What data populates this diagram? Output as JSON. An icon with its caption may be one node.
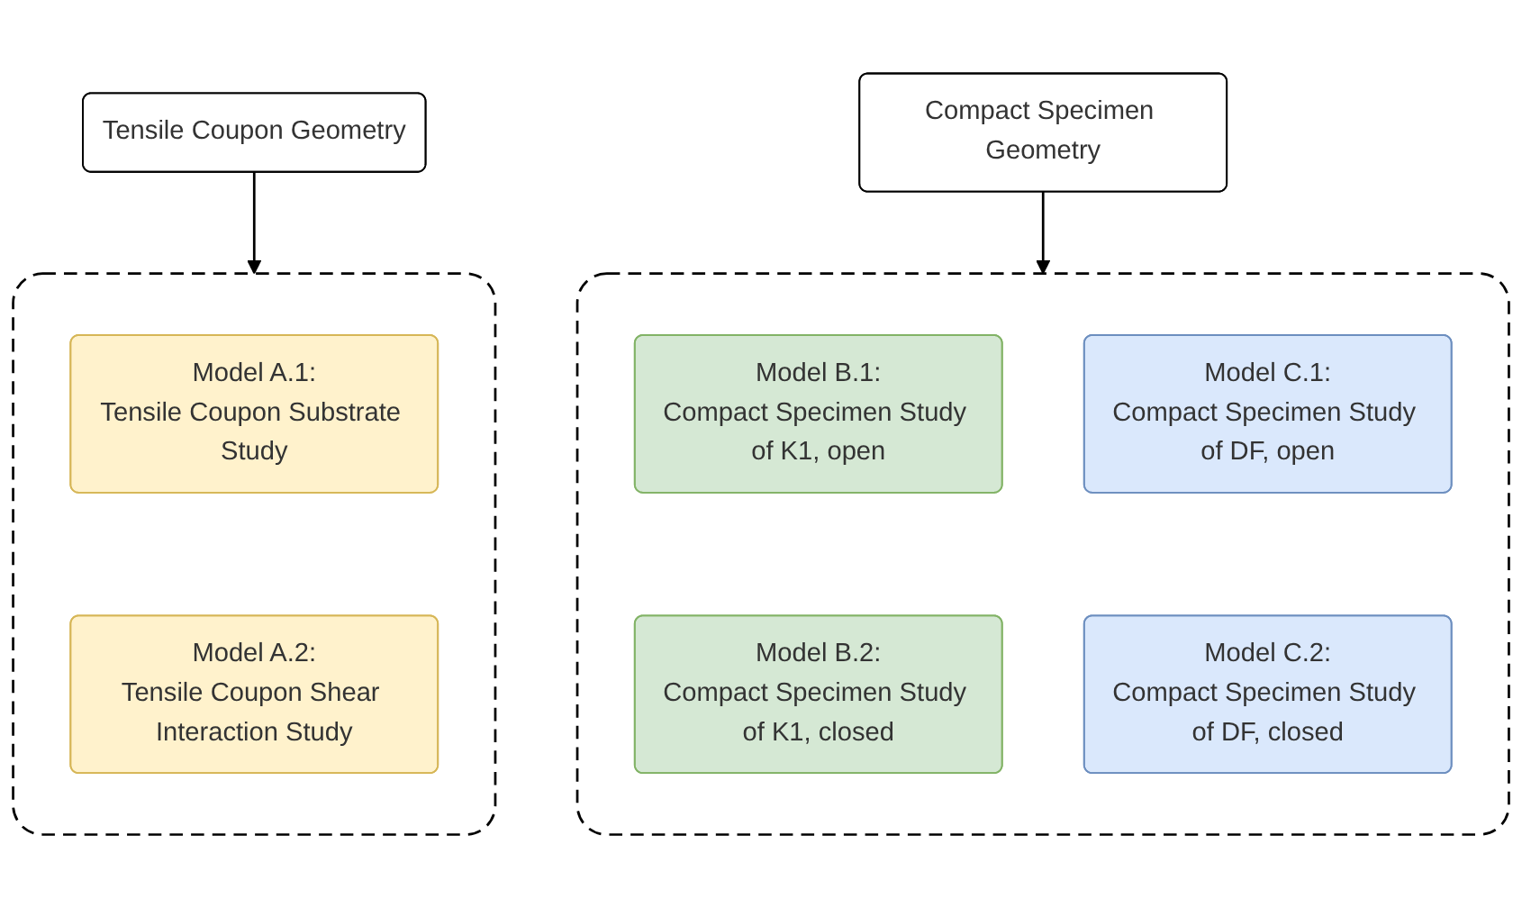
{
  "diagram": {
    "nodes": [
      {
        "text": [
          "Tensile Coupon Geometry"
        ]
      },
      {
        "text": [
          "Compact Specimen Geometry"
        ]
      },
      {
        "text": [],
        "shape": "box"
      },
      {
        "text": [
          "Model A.1:",
          "Tensile Coupon Substrate Study"
        ],
        "in": 2
      },
      {
        "text": [
          "Model A.2:",
          "Tensile Coupon Shear Interaction Study"
        ],
        "in": 2
      },
      {
        "text": [],
        "shape": "box"
      },
      {
        "text": [
          "Model B.1:",
          "Compact Specimen Study of K1, open"
        ],
        "in": 5
      },
      {
        "text": [
          "Model C.1:",
          "Compact Specimen Study of DF, open"
        ],
        "in": 5
      },
      {
        "text": [
          "Model B.2:",
          "Compact Specimen Study of K1, closed"
        ],
        "in": 5
      },
      {
        "text": [
          "Model C.2:",
          "Compact Specimen Study of DF, closed"
        ],
        "in": 5
      }
    ],
    "edges": [
      {
        "from": 0,
        "to": 2,
        "arrow": "to"
      },
      {
        "from": 1,
        "to": 5,
        "arrow": "to"
      }
    ]
  }
}
